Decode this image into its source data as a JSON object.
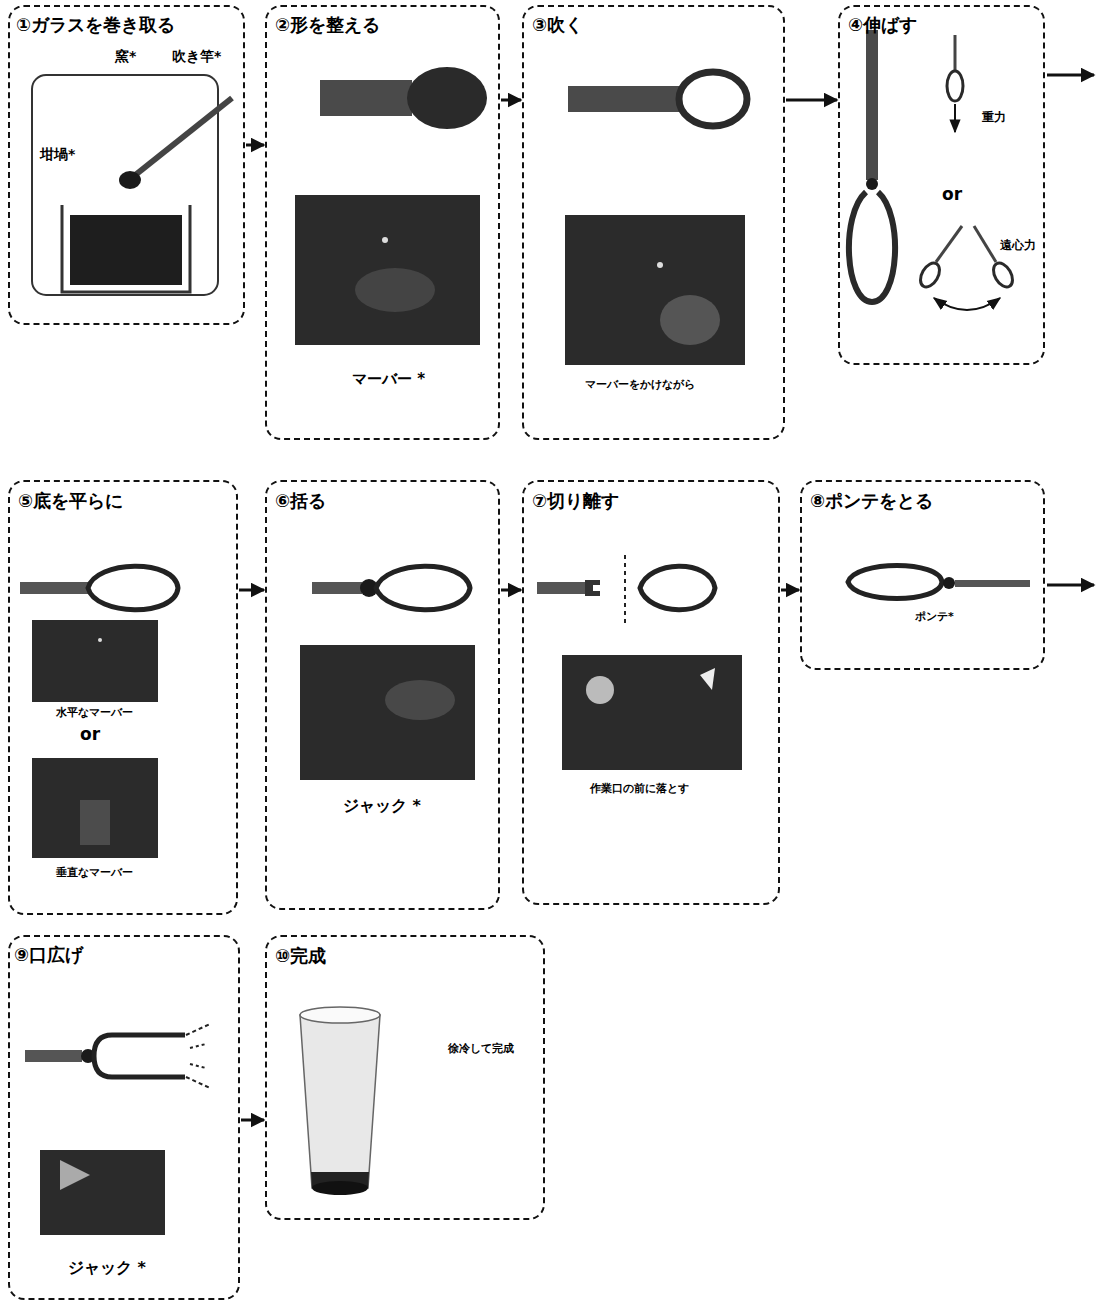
{
  "diagram": {
    "nodes": [
      {
        "text": [
          "①ガラスを巻き取る",
          "窯*",
          "吹き竿*",
          "坩堝*"
        ]
      },
      {
        "text": [
          "②形を整える",
          "マーバー *"
        ]
      },
      {
        "text": [
          "③吹く",
          "マーバーをかけながら"
        ]
      },
      {
        "text": [
          "④伸ばす",
          "重力",
          "or",
          "遠心力"
        ]
      },
      {
        "text": [
          "⑤底を平らに",
          "水平なマーバー",
          "or",
          "垂直なマーバー"
        ]
      },
      {
        "text": [
          "⑥括る",
          "ジャック *"
        ]
      },
      {
        "text": [
          "⑦切り離す",
          "作業口の前に落とす"
        ]
      },
      {
        "text": [
          "⑧ポンテをとる",
          "ポンテ*"
        ]
      },
      {
        "text": [
          "⑨口広げ",
          "ジャック *"
        ]
      },
      {
        "text": [
          "⑩完成",
          "徐冷して完成"
        ]
      }
    ],
    "edges": [
      {
        "from": 0,
        "to": 1,
        "arrow": "to"
      },
      {
        "from": 1,
        "to": 2,
        "arrow": "to"
      },
      {
        "from": 2,
        "to": 3,
        "arrow": "to"
      },
      {
        "from": 4,
        "to": 5,
        "arrow": "to"
      },
      {
        "from": 5,
        "to": 6,
        "arrow": "to"
      },
      {
        "from": 6,
        "to": 7,
        "arrow": "to"
      },
      {
        "from": 8,
        "to": 9,
        "arrow": "to"
      }
    ]
  }
}
